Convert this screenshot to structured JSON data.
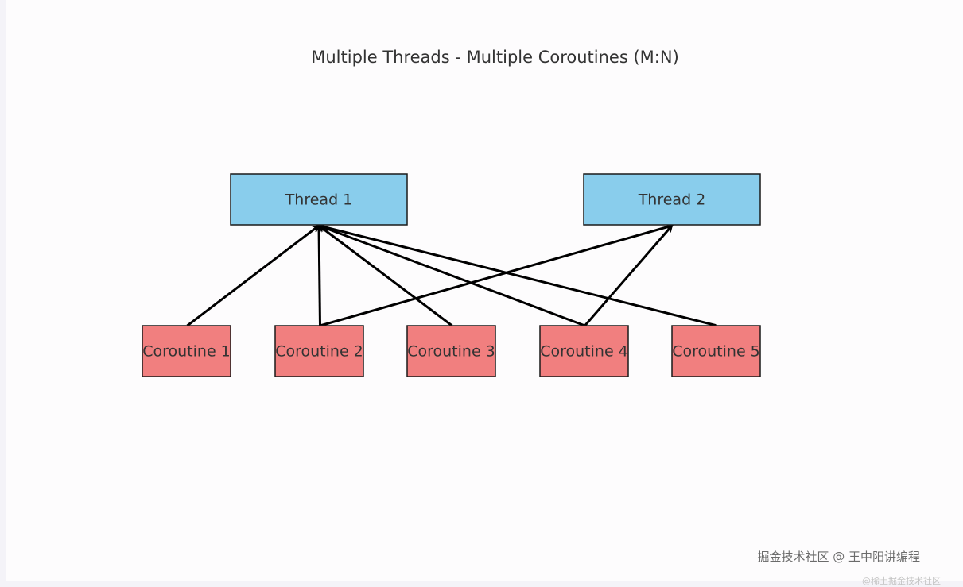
{
  "diagram": {
    "title": "Multiple Threads - Multiple Coroutines (M:N)",
    "colors": {
      "thread_fill": "#89cdec",
      "coroutine_fill": "#f17f7f",
      "stroke": "#1a1a1a",
      "arrow": "#000000"
    },
    "threads": [
      {
        "id": "t1",
        "label": "Thread 1"
      },
      {
        "id": "t2",
        "label": "Thread 2"
      }
    ],
    "coroutines": [
      {
        "id": "c1",
        "label": "Coroutine 1"
      },
      {
        "id": "c2",
        "label": "Coroutine 2"
      },
      {
        "id": "c3",
        "label": "Coroutine 3"
      },
      {
        "id": "c4",
        "label": "Coroutine 4"
      },
      {
        "id": "c5",
        "label": "Coroutine 5"
      }
    ],
    "edges": [
      {
        "from": "c1",
        "to": "t1"
      },
      {
        "from": "c2",
        "to": "t1"
      },
      {
        "from": "c3",
        "to": "t1"
      },
      {
        "from": "c4",
        "to": "t1"
      },
      {
        "from": "c5",
        "to": "t1"
      },
      {
        "from": "c2",
        "to": "t2"
      },
      {
        "from": "c4",
        "to": "t2"
      }
    ]
  },
  "watermark": {
    "text": "掘金技术社区 @ 王中阳讲编程",
    "faint_text": "@稀土掘金技术社区"
  }
}
